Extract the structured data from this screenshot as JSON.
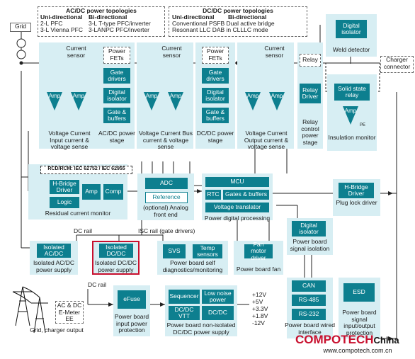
{
  "topologies": {
    "acdc": {
      "title": "AC/DC power topologies",
      "uni_header": "Uni-directional",
      "bi_header": "Bi-directional",
      "uni_items": [
        "2-L PFC",
        "3-L Vienna PFC"
      ],
      "bi_items": [
        "3-L T-type PFC/inverter",
        "3-LANPC PFC/inverter"
      ]
    },
    "dcdc": {
      "title": "DC/DC power topologies",
      "uni_header": "Uni-directional",
      "bi_header": "Bi-directional",
      "line1": "Conventional PSFB Dual active bridge",
      "line2": "Resonant LLC DAB in CLLLC mode"
    }
  },
  "grid_label": "Grid",
  "charger_connector": "Charger connector",
  "stages": {
    "input": {
      "current_sensor": "Current sensor",
      "amp": "Amp",
      "caption": "Voltage Current Input current & voltage sense"
    },
    "acdc": {
      "fets": "Power FETs",
      "gate_drivers": "Gate drivers",
      "digital_isolator": "Digital isolator",
      "gate_buffers": "Gate & buffers",
      "caption": "AC/DC power stage"
    },
    "bus": {
      "current_sensor": "Current sensor",
      "amp": "Amp",
      "caption": "Voltage Current Bus current & voltage sense"
    },
    "dcdc": {
      "fets": "Power FETs",
      "gate_drivers": "Gate drivers",
      "digital_isolator": "Digital isolator",
      "gate_buffers": "Gate & buffers",
      "caption": "DC/DC power stage"
    },
    "output": {
      "current_sensor": "Current sensor",
      "amp": "Amp",
      "caption": "Voltage Current Output current & voltage sense"
    }
  },
  "relay": {
    "relay": "Relay",
    "driver": "Relay Driver",
    "caption": "Relay control power stage"
  },
  "weld": {
    "isolator": "Digital isolator",
    "caption": "Weld detector"
  },
  "insulation": {
    "ssr": "Solid state relay",
    "amp": "Amp",
    "pe": "PE",
    "caption": "Insulation monitor"
  },
  "rcm": {
    "title": "RCD/RCM: IEC 62752 / IEC 62955",
    "hbridge": "H-Bridge Driver",
    "logic": "Logic",
    "amp": "Amp",
    "comp": "Comp",
    "caption": "Residual current monitor"
  },
  "afe": {
    "adc": "ADC",
    "reference": "Reference",
    "caption": "(optional) Analog front end"
  },
  "mcu": {
    "mcu": "MCU",
    "rtc": "RTC",
    "gates": "Gates & buffers",
    "translator": "Voltage translator",
    "caption": "Power digital processing"
  },
  "plug_lock": {
    "driver": "H-Bridge Driver",
    "caption": "Plug lock driver"
  },
  "rails": {
    "dc_rail_top": "DC rail",
    "isc_rail": "ISC rail (gate drivers)",
    "dc_rail_bottom": "DC rail"
  },
  "iso_acdc": {
    "box": "Isolated AC/DC",
    "caption": "Isolated AC/DC power supply"
  },
  "iso_dcdc": {
    "box": "Isolated DC/DC",
    "caption": "Isolated DC/DC power supply"
  },
  "selfdiag": {
    "svs": "SVS",
    "temp": "Temp sensors",
    "caption": "Power board self diagnostics/monitoring"
  },
  "fan": {
    "driver": "Fan motor driver",
    "caption": "Power board fan"
  },
  "sig_iso": {
    "isolator": "Digital isolator",
    "caption": "Power board signal isolation"
  },
  "meter": {
    "label": "AC & DC E-Meter EE",
    "grid_caption": "Grid, charger output"
  },
  "efuse": {
    "box": "eFuse",
    "caption": "Power board input power protection"
  },
  "nonisolated": {
    "sequencer": "Sequencer",
    "lownoise": "Low noise power",
    "dcdc_vtt": "DC/DC VTT",
    "dcdc": "DC/DC",
    "caption": "Power board non-isolated DC/DC power supply",
    "voltages": [
      "+12V",
      "+5V",
      "+3.3V",
      "+1.8V",
      "-12V"
    ]
  },
  "wired": {
    "can": "CAN",
    "rs485": "RS-485",
    "rs232": "RS-232",
    "caption": "Power board wired interface"
  },
  "esd": {
    "box": "ESD",
    "caption": "Power board signal input/output protection"
  },
  "watermark": {
    "brand_red": "COMPOTECH",
    "brand_dark": "China",
    "url": "www.compotech.com.cn"
  },
  "colors": {
    "teal": "#0d7f8f",
    "panel": "#d7eef3",
    "highlight": "#c8102e"
  }
}
